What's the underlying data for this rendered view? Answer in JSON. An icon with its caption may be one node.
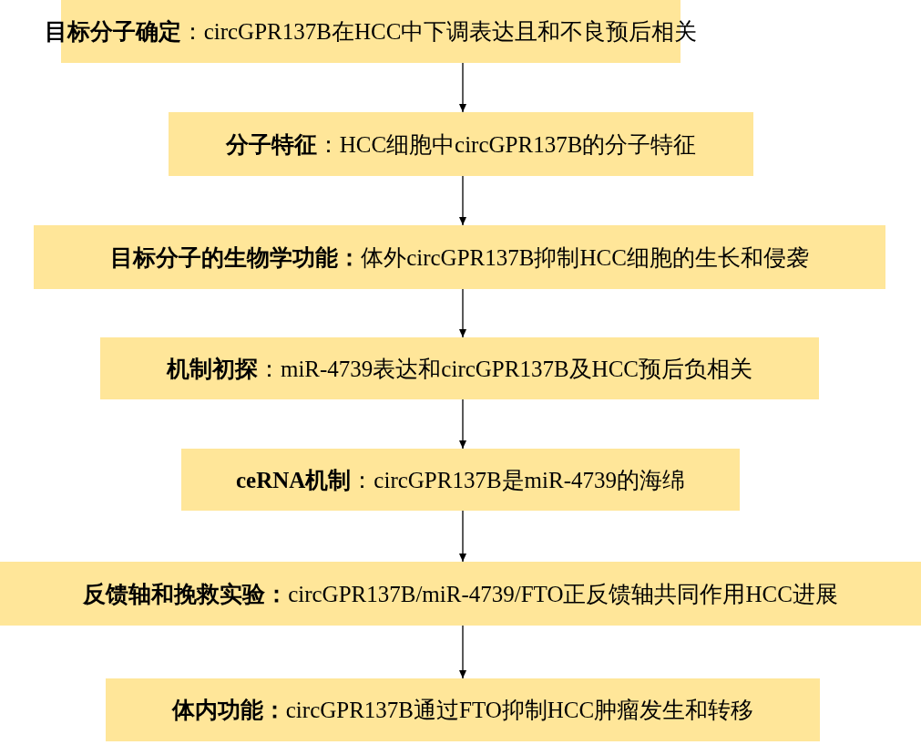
{
  "diagram": {
    "nodes": [
      {
        "text": [
          "**目标分子确定**：circGPR137B在HCC中下调表达且和不良预后相关"
        ]
      },
      {
        "text": [
          "**分子特征**：HCC细胞中circGPR137B的分子特征"
        ]
      },
      {
        "text": [
          "**目标分子的生物学功能：**体外circGPR137B抑制HCC细胞的生长和侵袭"
        ]
      },
      {
        "text": [
          "**机制初探**：miR-4739表达和circGPR137B及HCC预后负相关"
        ]
      },
      {
        "text": [
          "**ceRNA机制**：circGPR137B是miR-4739的海绵"
        ]
      },
      {
        "text": [
          "**反馈轴和挽救实验：**circGPR137B/miR-4739/FTO正反馈轴共同作用HCC进展"
        ]
      },
      {
        "text": [
          "**体内功能：**circGPR137B通过FTO抑制HCC肿瘤发生和转移"
        ]
      }
    ],
    "edges": [
      {
        "from": 0,
        "to": 1,
        "arrow": "to"
      },
      {
        "from": 1,
        "to": 2,
        "arrow": "to"
      },
      {
        "from": 2,
        "to": 3,
        "arrow": "to"
      },
      {
        "from": 3,
        "to": 4,
        "arrow": "to"
      },
      {
        "from": 4,
        "to": 5,
        "arrow": "to"
      },
      {
        "from": 5,
        "to": 6,
        "arrow": "to"
      }
    ]
  }
}
